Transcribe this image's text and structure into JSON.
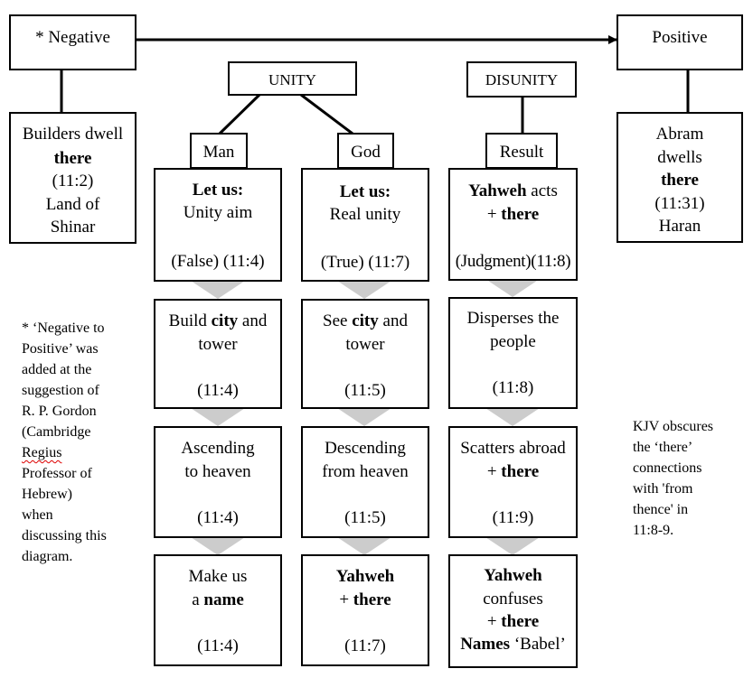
{
  "top": {
    "negative": "* Negative",
    "positive": "Positive",
    "unity": "UNITY",
    "disunity": "DISUNITY"
  },
  "left_panel": {
    "l1": "Builders dwell",
    "l2_bold": "there",
    "l3": "(11:2)",
    "l4": "Land of",
    "l5": "Shinar"
  },
  "right_panel": {
    "l1": "Abram",
    "l2": "dwells",
    "l3_bold": "there",
    "l4": "(11:31)",
    "l5": "Haran"
  },
  "headers": {
    "man": "Man",
    "god": "God",
    "result": "Result"
  },
  "man_col": {
    "c1": {
      "l1_bold": "Let us:",
      "l2": "Unity aim",
      "ref": "(False) (11:4)"
    },
    "c2": {
      "l1_pre": "Build ",
      "l1_bold": "city",
      "l1_post": " and",
      "l2": "tower",
      "ref": "(11:4)"
    },
    "c3": {
      "l1": "Ascending",
      "l2": "to heaven",
      "ref": "(11:4)"
    },
    "c4": {
      "l1": "Make us",
      "l2_pre": "a ",
      "l2_bold": "name",
      "ref": "(11:4)"
    }
  },
  "god_col": {
    "c1": {
      "l1_bold": "Let us:",
      "l2": "Real unity",
      "ref": "(True) (11:7)"
    },
    "c2": {
      "l1_pre": "See ",
      "l1_bold": "city",
      "l1_post": " and",
      "l2": "tower",
      "ref": "(11:5)"
    },
    "c3": {
      "l1": "Descending",
      "l2": "from heaven",
      "ref": "(11:5)"
    },
    "c4": {
      "l1_bold": "Yahweh",
      "l2_pre": "+  ",
      "l2_bold": "there",
      "ref": "(11:7)"
    }
  },
  "result_col": {
    "c1": {
      "l1_bold": "Yahweh",
      "l1_post": " acts",
      "l2_pre": "+  ",
      "l2_bold": "there",
      "ref": "(Judgment)(11:8)"
    },
    "c2": {
      "l1": "Disperses the",
      "l2": "people",
      "ref": "(11:8)"
    },
    "c3": {
      "l1": "Scatters abroad",
      "l2_pre": "+  ",
      "l2_bold": "there",
      "ref": "(11:9)"
    },
    "c4": {
      "l1_bold": "Yahweh",
      "l2": "confuses",
      "l3_pre": "+  ",
      "l3_bold": "there",
      "l4_bold": "Names",
      "l4_post": " ‘Babel’"
    }
  },
  "notes": {
    "left": [
      "* ‘Negative to",
      "Positive’ was",
      "added at the",
      "suggestion of",
      "R. P. Gordon",
      "(Cambridge",
      "Regius",
      "Professor of",
      "Hebrew)",
      "when",
      "discussing this",
      "diagram."
    ],
    "right": [
      "KJV obscures",
      "the ‘there’",
      "connections",
      "with 'from",
      "thence' in",
      "11:8-9."
    ]
  }
}
